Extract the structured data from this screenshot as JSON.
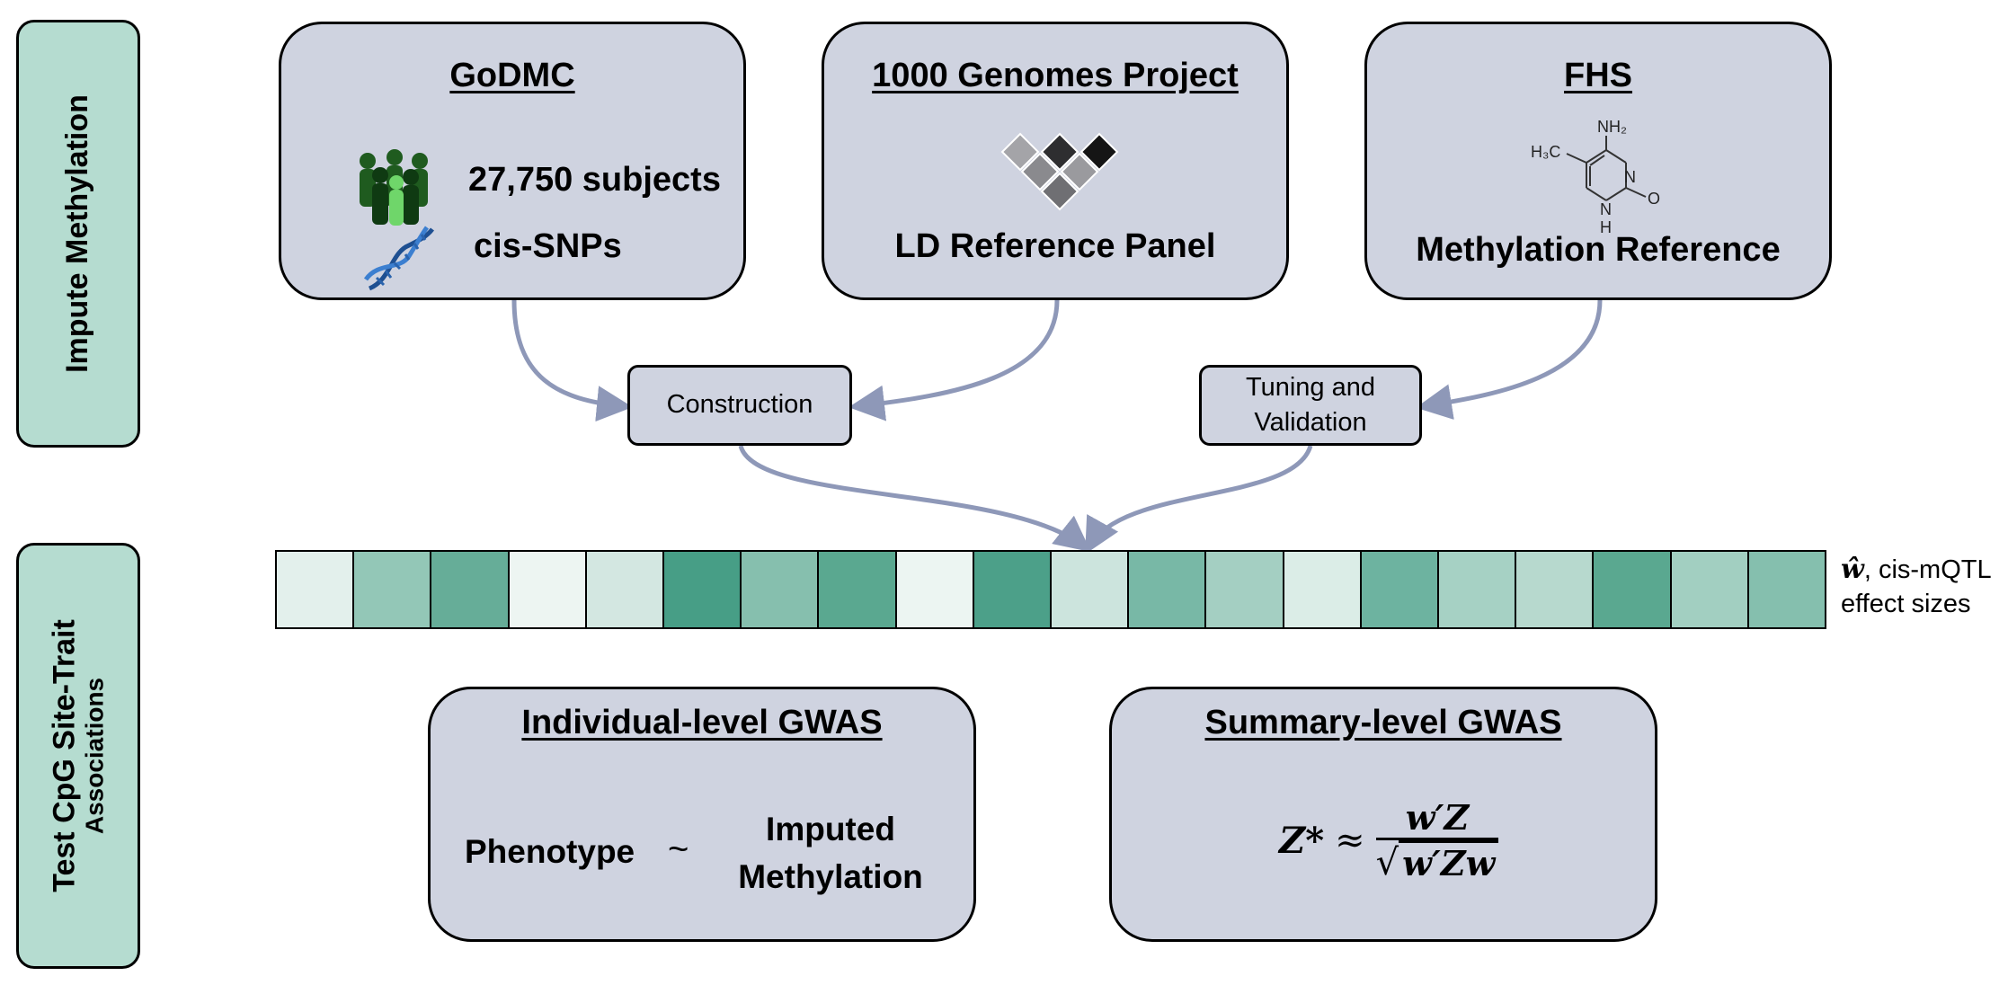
{
  "side_labels": {
    "impute": "Impute Methylation",
    "test_line1": "Test CpG Site-Trait",
    "test_line2": "Associations"
  },
  "godmc": {
    "title": "GoDMC",
    "subjects": "27,750 subjects",
    "snps": "cis-SNPs"
  },
  "genomes": {
    "title": "1000 Genomes Project",
    "caption": "LD Reference Panel"
  },
  "fhs": {
    "title": "FHS",
    "caption": "Methylation Reference",
    "molecule_atoms": {
      "nh2": "NH₂",
      "ch3": "H₃C",
      "n": "N",
      "nh": "N",
      "h": "H",
      "o": "O"
    }
  },
  "construction": {
    "label": "Construction"
  },
  "tuning": {
    "line1": "Tuning and",
    "line2": "Validation"
  },
  "weights": {
    "symbol": "ŵ",
    "label_rest": ", cis-mQTL",
    "label_line2": "effect sizes",
    "cell_colors": [
      "#e3f0ec",
      "#93c7b7",
      "#66ad98",
      "#edf5f2",
      "#d3e7e1",
      "#479e86",
      "#86bfae",
      "#5aa890",
      "#ecf5f2",
      "#4ca089",
      "#cce4dd",
      "#78b8a6",
      "#a4cfc2",
      "#dbede7",
      "#6db3a0",
      "#a6d1c4",
      "#b7d9ce",
      "#5aa890",
      "#a2cfc1",
      "#85bfae"
    ]
  },
  "individual": {
    "title": "Individual-level GWAS",
    "phenotype": "Phenotype",
    "tilde": "~",
    "imputed_line1": "Imputed",
    "imputed_line2": "Methylation"
  },
  "summary": {
    "title": "Summary-level GWAS",
    "lhs": "Z*",
    "approx": "≈",
    "numerator": "w′Z",
    "denominator": "w′Zw",
    "sqrt": "√"
  },
  "colors": {
    "side_label": "#b5dcd0",
    "box_fill": "#cfd3e0",
    "arrow": "#8e98b8"
  }
}
